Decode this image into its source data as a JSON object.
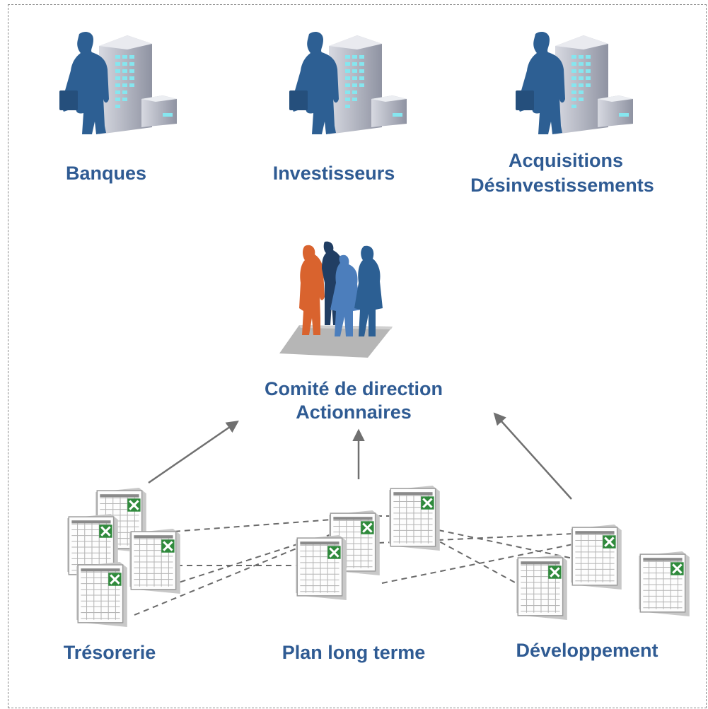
{
  "colors": {
    "label": "#2f5b93",
    "person_blue": "#2c5f93",
    "person_orange": "#d9632e",
    "person_navy": "#213e63",
    "building": "#a3a7b4",
    "window": "#7fe3ee",
    "connector": "#707070"
  },
  "top_entities": [
    {
      "name": "Banques",
      "icon": "businessman-building-icon"
    },
    {
      "name": "Investisseurs",
      "icon": "businessman-building-icon"
    },
    {
      "name": "Acquisitions",
      "name2": "Désinvestissements",
      "icon": "businessman-building-icon"
    }
  ],
  "center": {
    "line1": "Comité de direction",
    "line2": "Actionnaires",
    "icon": "team-group-icon"
  },
  "bottom_groups": [
    {
      "name": "Trésorerie",
      "icon": "excel-spreadsheet-icon"
    },
    {
      "name": "Plan long terme",
      "icon": "excel-spreadsheet-icon"
    },
    {
      "name": "Développement",
      "icon": "excel-spreadsheet-icon"
    }
  ]
}
